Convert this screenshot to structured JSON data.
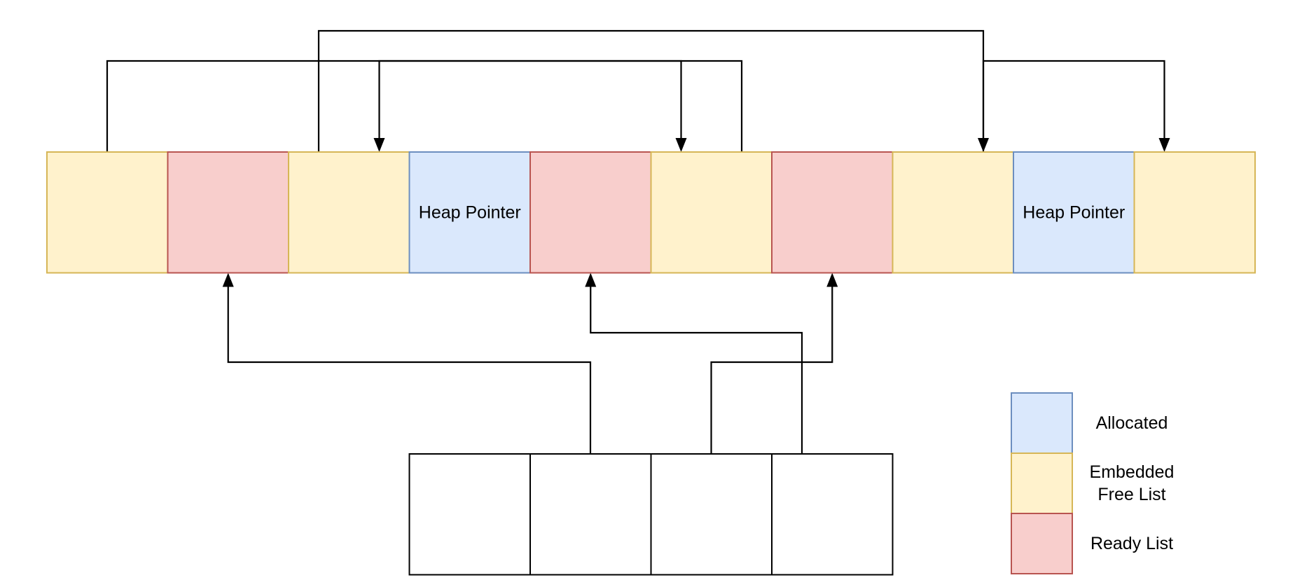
{
  "colors": {
    "allocated_fill": "#dae8fc",
    "allocated_stroke": "#6c8ebf",
    "free_fill": "#fff2cc",
    "free_stroke": "#d6b656",
    "ready_fill": "#f8cecc",
    "ready_stroke": "#b85450",
    "array_fill": "#ffffff",
    "array_stroke": "#000000"
  },
  "heap": {
    "cells": [
      {
        "kind": "free",
        "label": ""
      },
      {
        "kind": "ready",
        "label": ""
      },
      {
        "kind": "free",
        "label": ""
      },
      {
        "kind": "allocated",
        "label": "Heap Pointer"
      },
      {
        "kind": "ready",
        "label": ""
      },
      {
        "kind": "free",
        "label": ""
      },
      {
        "kind": "ready",
        "label": ""
      },
      {
        "kind": "free",
        "label": ""
      },
      {
        "kind": "allocated",
        "label": "Heap Pointer"
      },
      {
        "kind": "free",
        "label": ""
      }
    ]
  },
  "ready_array": {
    "slots": 4
  },
  "free_list_links": [
    {
      "from": 0,
      "to": 5
    },
    {
      "from": 2,
      "to": 7
    },
    {
      "from": 5,
      "to": 2
    },
    {
      "from": 7,
      "to": 9
    }
  ],
  "ready_list_links": [
    {
      "from_slot": 1,
      "to": 1
    },
    {
      "from_slot": 3,
      "to": 4
    },
    {
      "from_slot": 2,
      "to": 6
    }
  ],
  "legend": {
    "items": [
      {
        "kind": "allocated",
        "label": "Allocated"
      },
      {
        "kind": "free",
        "label": "Embedded\nFree List"
      },
      {
        "kind": "ready",
        "label": "Ready List"
      }
    ]
  }
}
